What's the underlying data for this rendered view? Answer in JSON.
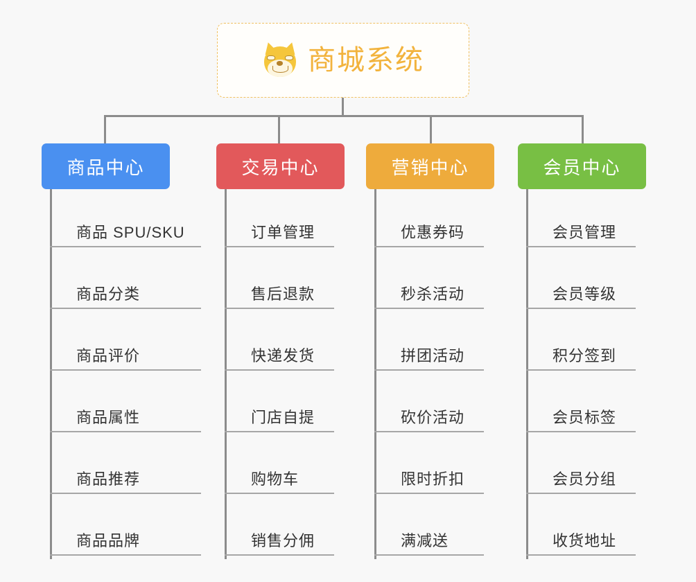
{
  "background_color": "#f8f8f8",
  "root": {
    "icon": "shiba-dog-face-emoji",
    "title": "商城系统",
    "text_color": "#f2b33d",
    "border_color": "#f0c060"
  },
  "columns": [
    {
      "id": "product-center",
      "header": "商品中心",
      "color": "#4a90f0",
      "items": [
        "商品 SPU/SKU",
        "商品分类",
        "商品评价",
        "商品属性",
        "商品推荐",
        "商品品牌"
      ]
    },
    {
      "id": "trade-center",
      "header": "交易中心",
      "color": "#e2595b",
      "items": [
        "订单管理",
        "售后退款",
        "快递发货",
        "门店自提",
        "购物车",
        "销售分佣"
      ]
    },
    {
      "id": "marketing-center",
      "header": "营销中心",
      "color": "#eeab3c",
      "items": [
        "优惠券码",
        "秒杀活动",
        "拼团活动",
        "砍价活动",
        "限时折扣",
        "满减送"
      ]
    },
    {
      "id": "member-center",
      "header": "会员中心",
      "color": "#78bf44",
      "items": [
        "会员管理",
        "会员等级",
        "积分签到",
        "会员标签",
        "会员分组",
        "收货地址"
      ]
    }
  ],
  "connector_color": "#8c8c8c",
  "underline_color": "#a6a6a6"
}
